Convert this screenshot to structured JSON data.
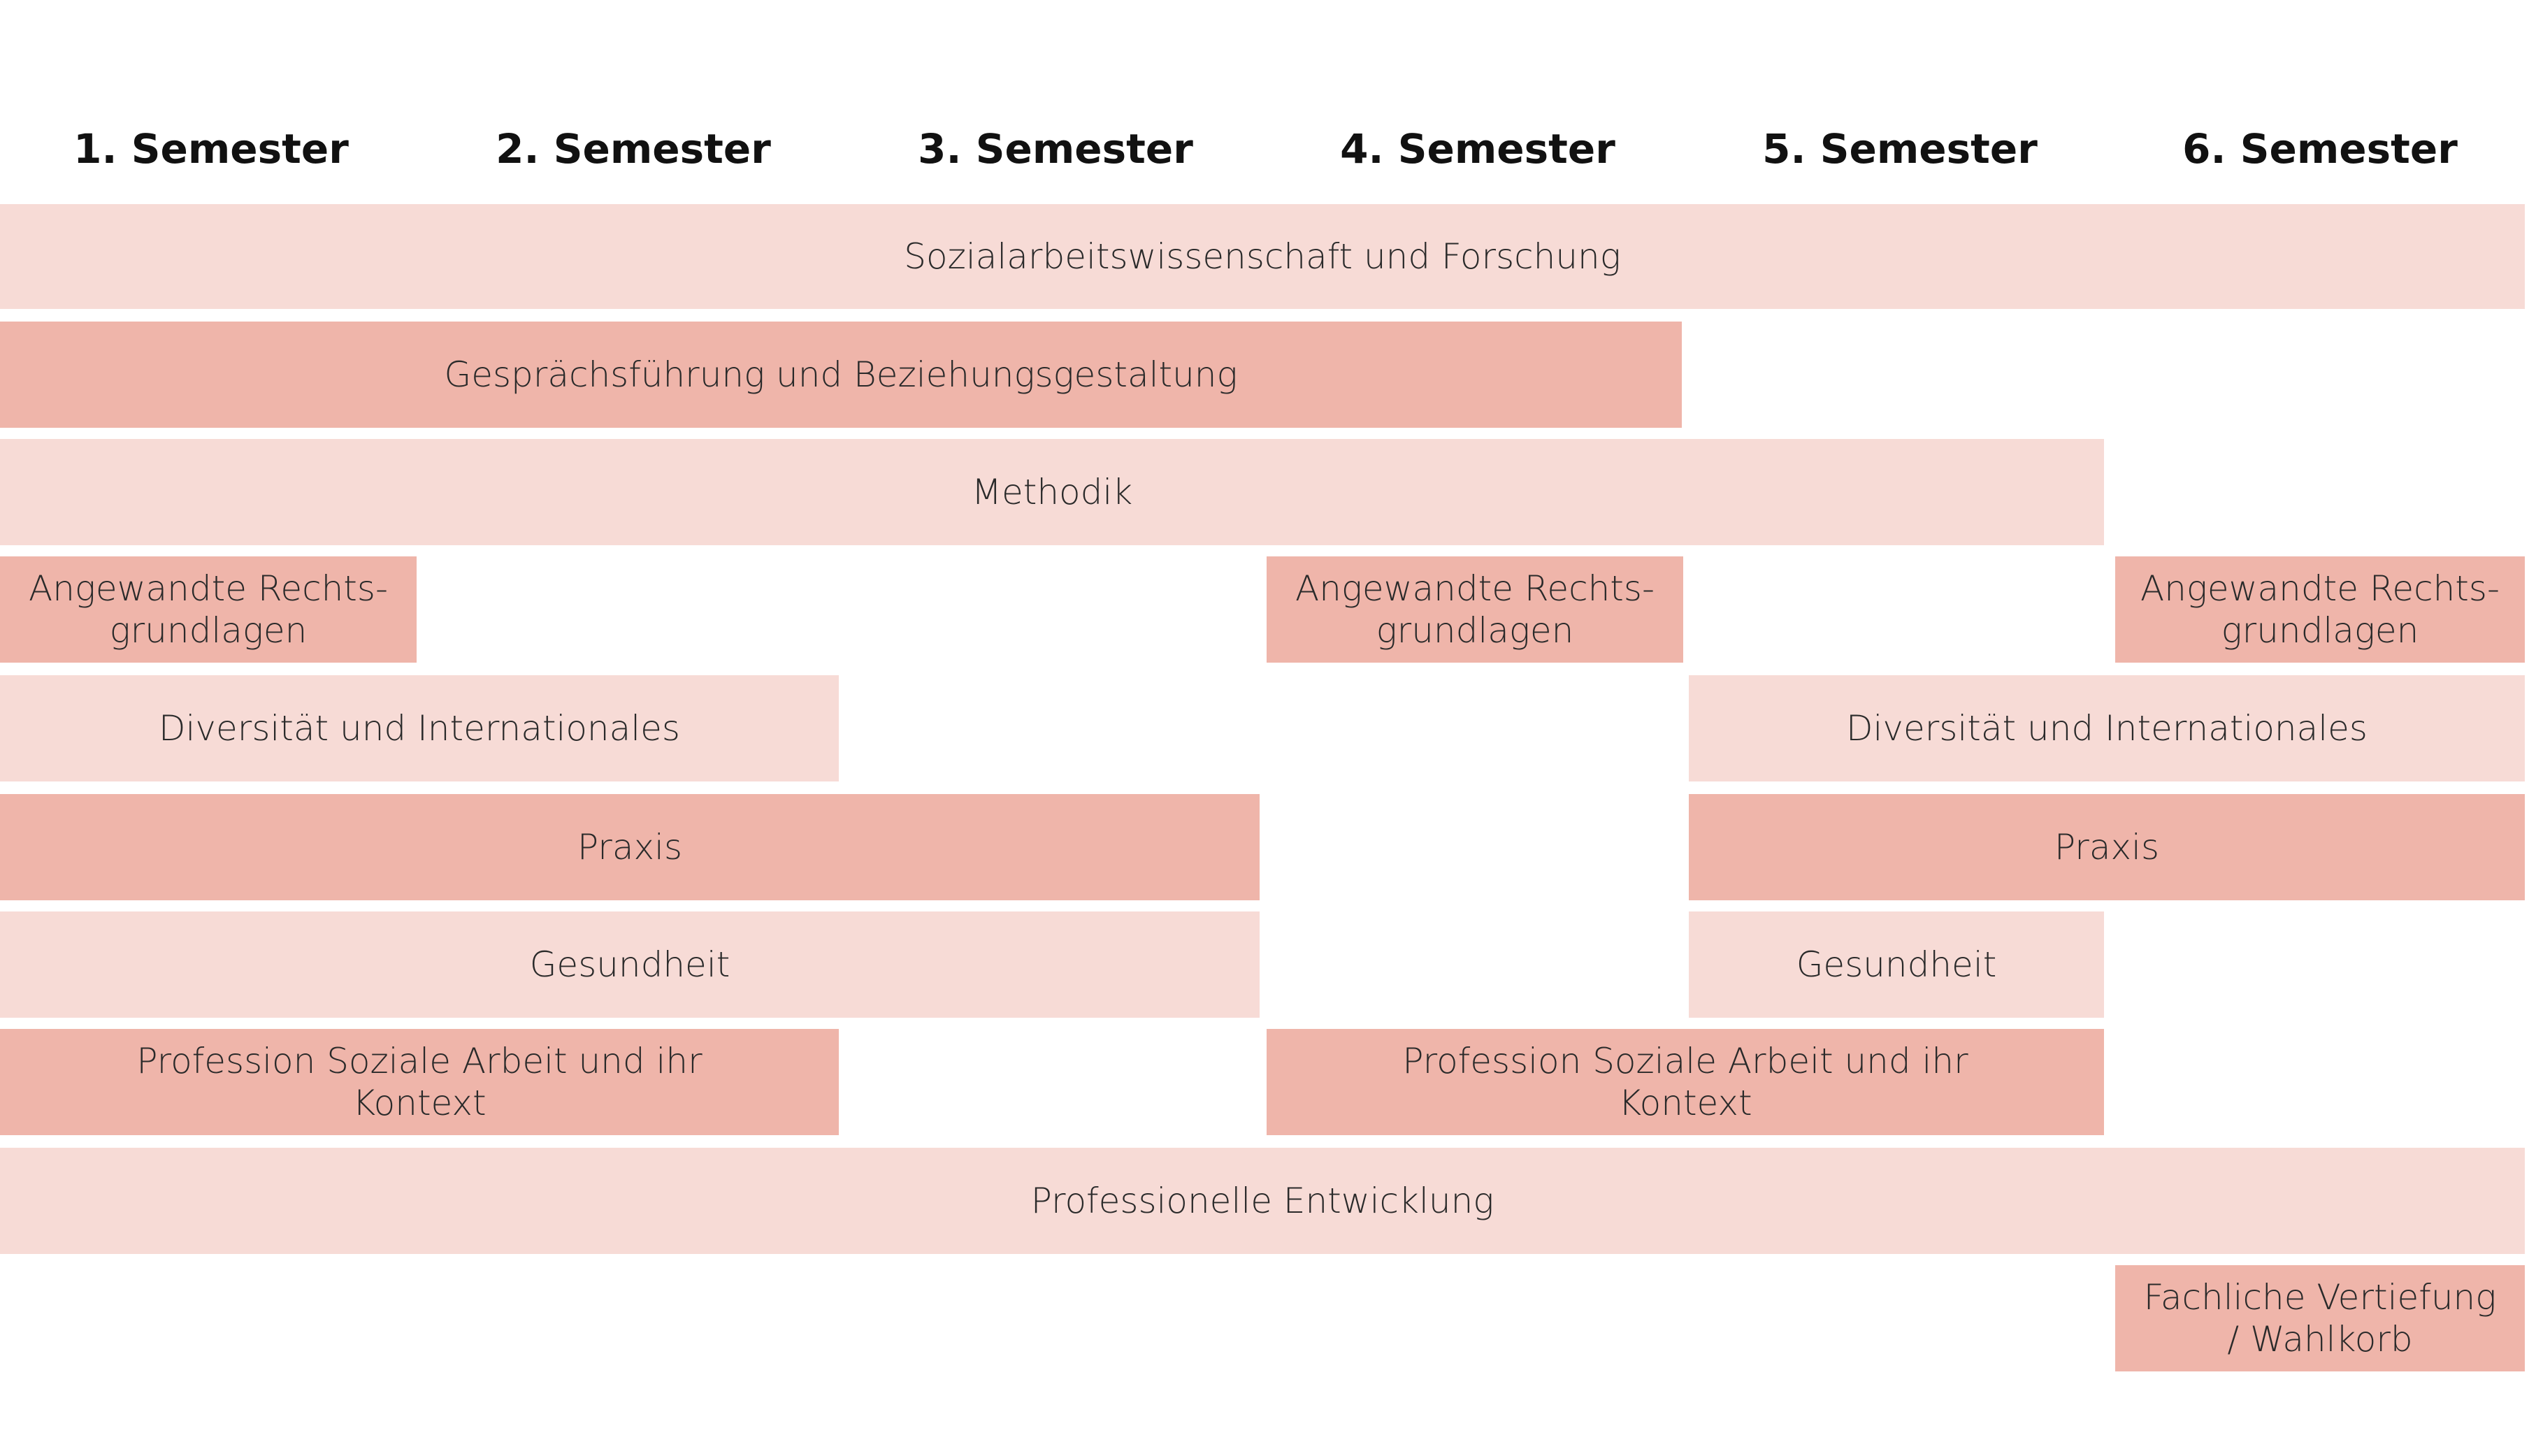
{
  "semesters": [
    "1. Semester",
    "2. Semester",
    "3. Semester",
    "4. Semester",
    "5. Semester",
    "6. Semester"
  ],
  "colors": {
    "light": "#f7dbd6",
    "dark": "#efb5aa",
    "text": "#2a2a2a",
    "header": "#111111"
  },
  "modules": {
    "sozialarbeitswissenschaft": "Sozialarbeitswissenschaft und Forschung",
    "gespraechsfuehrung": "Gesprächsführung und Beziehungsgestaltung",
    "methodik": "Methodik",
    "recht_1_line1": "Angewandte Rechts-",
    "recht_1_line2": "grundlagen",
    "recht_2_line1": "Angewandte Rechts-",
    "recht_2_line2": "grundlagen",
    "recht_3_line1": "Angewandte Rechts-",
    "recht_3_line2": "grundlagen",
    "diversitaet_1": "Diversität und Internationales",
    "diversitaet_2": "Diversität und Internationales",
    "praxis_1": "Praxis",
    "praxis_2": "Praxis",
    "gesundheit_1": "Gesundheit",
    "gesundheit_2": "Gesundheit",
    "profession_1_line1": "Profession Soziale Arbeit und ihr",
    "profession_1_line2": "Kontext",
    "profession_2_line1": "Profession Soziale Arbeit und ihr",
    "profession_2_line2": "Kontext",
    "professionelle_entwicklung": "Professionelle Entwicklung",
    "vertiefung_line1": "Fachliche Vertiefung",
    "vertiefung_line2": "/ Wahlkorb"
  }
}
